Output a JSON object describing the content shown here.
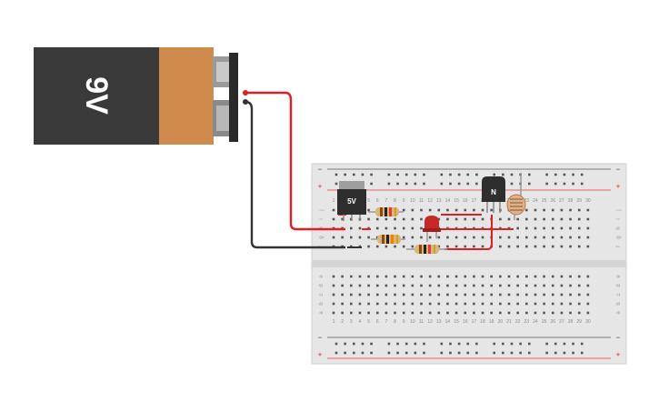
{
  "battery": {
    "label": "9V"
  },
  "regulator": {
    "label": "5V"
  },
  "transistor": {
    "label": "N"
  },
  "breadboard": {
    "column_numbers": [
      "1",
      "2",
      "3",
      "4",
      "5",
      "6",
      "7",
      "8",
      "9",
      "10",
      "11",
      "12",
      "13",
      "14",
      "15",
      "16",
      "17",
      "18",
      "19",
      "20",
      "21",
      "22",
      "23",
      "24",
      "25",
      "26",
      "27",
      "28",
      "29",
      "30"
    ],
    "top_row_letters": [
      "j",
      "i",
      "h",
      "g",
      "f"
    ],
    "bottom_row_letters": [
      "e",
      "d",
      "c",
      "b",
      "a"
    ],
    "plus_symbol": "+",
    "minus_symbol": "−"
  },
  "colors": {
    "battery_black": "#3a3a3a",
    "battery_copper": "#d08a4c",
    "wire_red": "#e02020",
    "wire_black": "#333333",
    "rail_red": "#e53935",
    "led_red": "#c62828",
    "board": "#e6e6e6"
  }
}
